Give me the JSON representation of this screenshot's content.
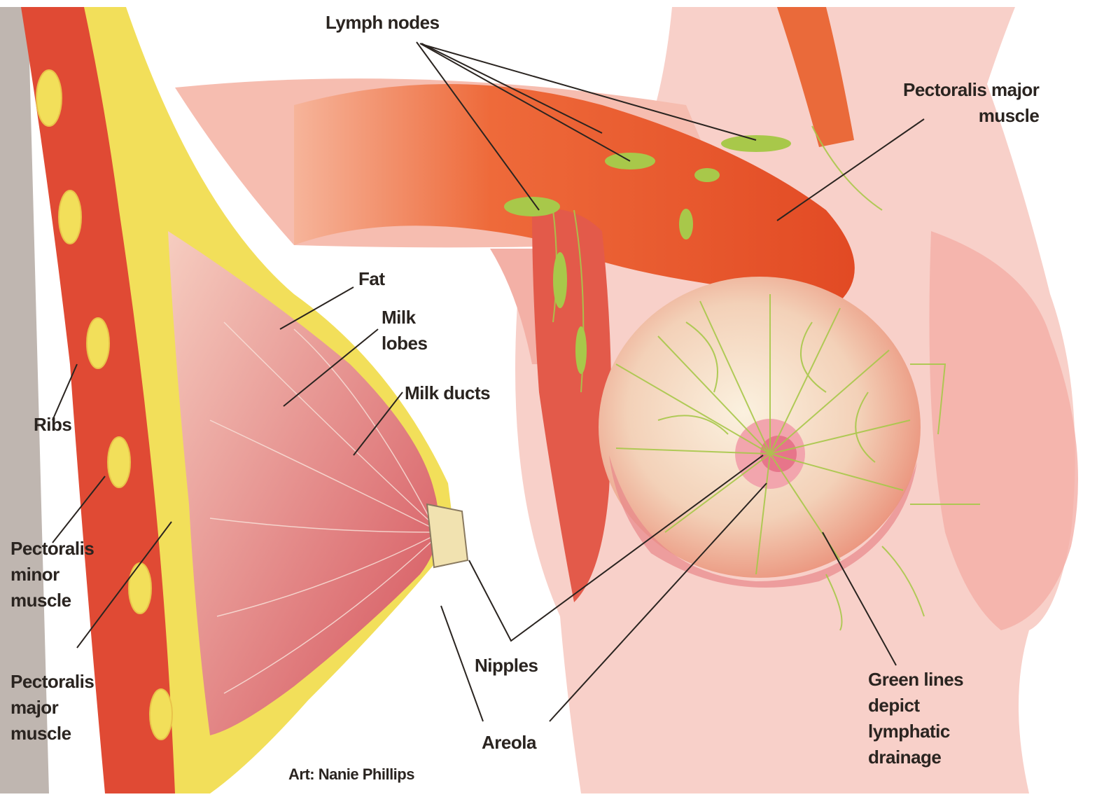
{
  "labels": {
    "lymph_nodes": "Lymph nodes",
    "pectoralis_major_right": "Pectoralis major\nmuscle",
    "fat": "Fat",
    "milk_lobes": "Milk\nlobes",
    "milk_ducts": "Milk ducts",
    "ribs": "Ribs",
    "pectoralis_minor": "Pectoralis\nminor\nmuscle",
    "pectoralis_major_left": "Pectoralis\nmajor\nmuscle",
    "nipples": "Nipples",
    "areola": "Areola",
    "green_lines": "Green lines\ndepict\nlymphatic\ndrainage",
    "credit": "Art: Nanie Phillips"
  },
  "colors": {
    "skin": "#f7c9c3",
    "muscle": "#e4442a",
    "fat": "#f2e25a",
    "lymph": "#a8c84a",
    "leader": "#2a2420"
  }
}
